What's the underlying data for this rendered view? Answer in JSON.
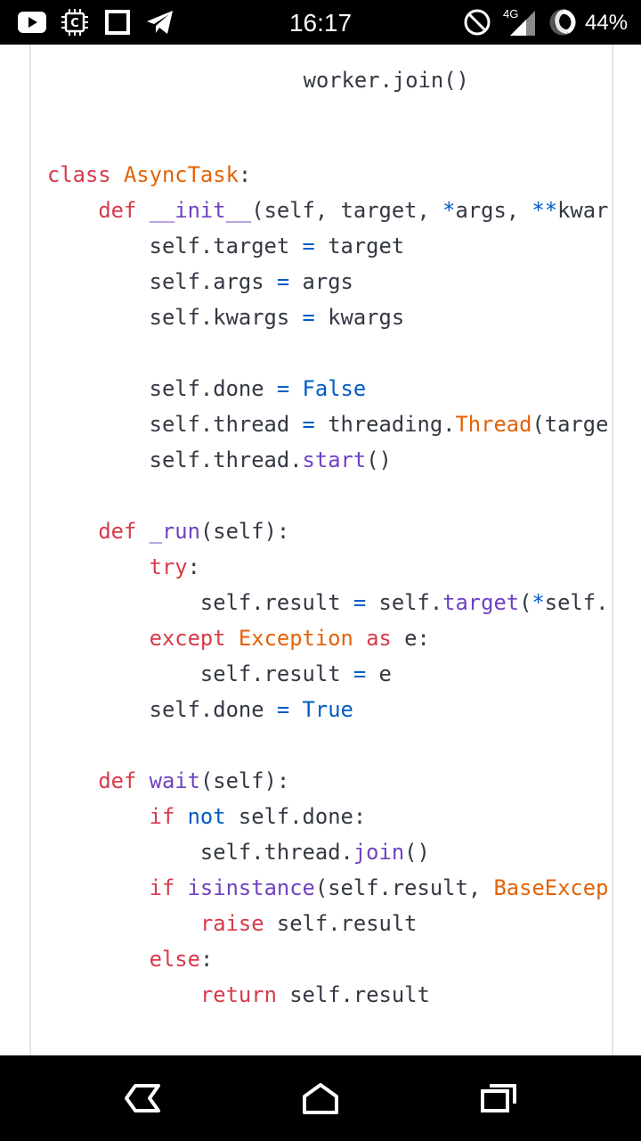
{
  "status_bar": {
    "time": "16:17",
    "network_label": "4G",
    "battery_percent": "44%",
    "left_icons": [
      "youtube-icon",
      "cpu-chip-icon",
      "square-icon",
      "telegram-icon"
    ],
    "right_icons": [
      "do-not-disturb-icon",
      "signal-icon",
      "battery-ring-icon"
    ]
  },
  "code": {
    "partial_top_line": "worker.join()",
    "lines": [
      [
        {
          "t": "class ",
          "c": "kw"
        },
        {
          "t": "AsyncTask",
          "c": "cls"
        },
        {
          "t": ":",
          "c": ""
        }
      ],
      [
        {
          "t": "    ",
          "c": ""
        },
        {
          "t": "def ",
          "c": "kw"
        },
        {
          "t": "__init__",
          "c": "fn"
        },
        {
          "t": "(self, target, ",
          "c": ""
        },
        {
          "t": "*",
          "c": "op"
        },
        {
          "t": "args, ",
          "c": ""
        },
        {
          "t": "**",
          "c": "op"
        },
        {
          "t": "kwar",
          "c": ""
        }
      ],
      [
        {
          "t": "        self.target ",
          "c": ""
        },
        {
          "t": "=",
          "c": "op"
        },
        {
          "t": " target",
          "c": ""
        }
      ],
      [
        {
          "t": "        self.args ",
          "c": ""
        },
        {
          "t": "=",
          "c": "op"
        },
        {
          "t": " args",
          "c": ""
        }
      ],
      [
        {
          "t": "        self.kwargs ",
          "c": ""
        },
        {
          "t": "=",
          "c": "op"
        },
        {
          "t": " kwargs",
          "c": ""
        }
      ],
      [],
      [
        {
          "t": "        self.done ",
          "c": ""
        },
        {
          "t": "=",
          "c": "op"
        },
        {
          "t": " ",
          "c": ""
        },
        {
          "t": "False",
          "c": "const"
        }
      ],
      [
        {
          "t": "        self.thread ",
          "c": ""
        },
        {
          "t": "=",
          "c": "op"
        },
        {
          "t": " threading.",
          "c": ""
        },
        {
          "t": "Thread",
          "c": "cls"
        },
        {
          "t": "(targe",
          "c": ""
        }
      ],
      [
        {
          "t": "        self.thread.",
          "c": ""
        },
        {
          "t": "start",
          "c": "fn"
        },
        {
          "t": "()",
          "c": ""
        }
      ],
      [],
      [
        {
          "t": "    ",
          "c": ""
        },
        {
          "t": "def ",
          "c": "kw"
        },
        {
          "t": "_run",
          "c": "fn"
        },
        {
          "t": "(self):",
          "c": ""
        }
      ],
      [
        {
          "t": "        ",
          "c": ""
        },
        {
          "t": "try",
          "c": "kw"
        },
        {
          "t": ":",
          "c": ""
        }
      ],
      [
        {
          "t": "            self.result ",
          "c": ""
        },
        {
          "t": "=",
          "c": "op"
        },
        {
          "t": " self.",
          "c": ""
        },
        {
          "t": "target",
          "c": "fn"
        },
        {
          "t": "(",
          "c": ""
        },
        {
          "t": "*",
          "c": "op"
        },
        {
          "t": "self.",
          "c": ""
        }
      ],
      [
        {
          "t": "        ",
          "c": ""
        },
        {
          "t": "except ",
          "c": "kw"
        },
        {
          "t": "Exception",
          "c": "cls"
        },
        {
          "t": " ",
          "c": ""
        },
        {
          "t": "as",
          "c": "kw"
        },
        {
          "t": " e:",
          "c": ""
        }
      ],
      [
        {
          "t": "            self.result ",
          "c": ""
        },
        {
          "t": "=",
          "c": "op"
        },
        {
          "t": " e",
          "c": ""
        }
      ],
      [
        {
          "t": "        self.done ",
          "c": ""
        },
        {
          "t": "=",
          "c": "op"
        },
        {
          "t": " ",
          "c": ""
        },
        {
          "t": "True",
          "c": "const"
        }
      ],
      [],
      [
        {
          "t": "    ",
          "c": ""
        },
        {
          "t": "def ",
          "c": "kw"
        },
        {
          "t": "wait",
          "c": "fn"
        },
        {
          "t": "(self):",
          "c": ""
        }
      ],
      [
        {
          "t": "        ",
          "c": ""
        },
        {
          "t": "if ",
          "c": "kw"
        },
        {
          "t": "not",
          "c": "const"
        },
        {
          "t": " self.done:",
          "c": ""
        }
      ],
      [
        {
          "t": "            self.thread.",
          "c": ""
        },
        {
          "t": "join",
          "c": "fn"
        },
        {
          "t": "()",
          "c": ""
        }
      ],
      [
        {
          "t": "        ",
          "c": ""
        },
        {
          "t": "if ",
          "c": "kw"
        },
        {
          "t": "isinstance",
          "c": "fn"
        },
        {
          "t": "(self.result, ",
          "c": ""
        },
        {
          "t": "BaseExcep",
          "c": "cls"
        }
      ],
      [
        {
          "t": "            ",
          "c": ""
        },
        {
          "t": "raise",
          "c": "kw"
        },
        {
          "t": " self.result",
          "c": ""
        }
      ],
      [
        {
          "t": "        ",
          "c": ""
        },
        {
          "t": "else",
          "c": "kw"
        },
        {
          "t": ":",
          "c": ""
        }
      ],
      [
        {
          "t": "            ",
          "c": ""
        },
        {
          "t": "return",
          "c": "kw"
        },
        {
          "t": " self.result",
          "c": ""
        }
      ]
    ]
  },
  "navigation": {
    "icons": [
      "back-icon",
      "home-icon",
      "recents-icon"
    ]
  }
}
